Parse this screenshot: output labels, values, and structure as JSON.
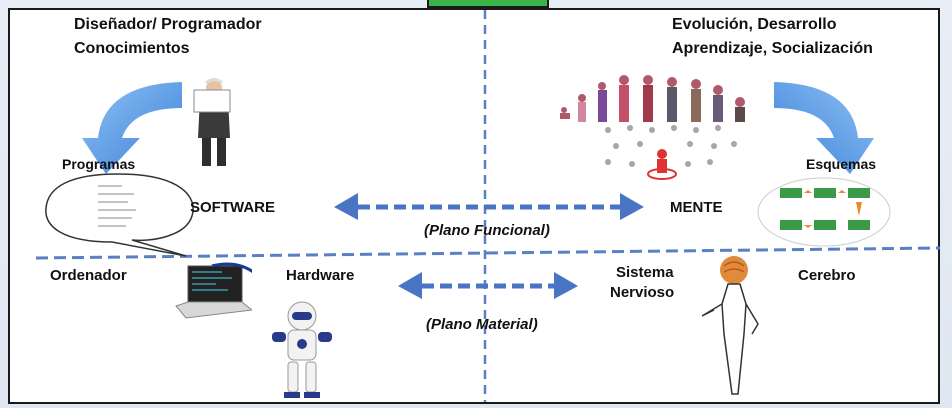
{
  "labels": {
    "designer_line1": "Diseñador/ Programador",
    "designer_line2": "Conocimientos",
    "evolution_line1": "Evolución, Desarrollo",
    "evolution_line2": "Aprendizaje, Socialización",
    "programas": "Programas",
    "software": "SOFTWARE",
    "mente": "MENTE",
    "esquemas": "Esquemas",
    "plano_funcional": "(Plano Funcional)",
    "ordenador": "Ordenador",
    "hardware": "Hardware",
    "sistema_line1": "Sistema",
    "sistema_line2": "Nervioso",
    "cerebro": "Cerebro",
    "plano_material": "(Plano Material)"
  },
  "colors": {
    "arrow_blue": "#4a74c4",
    "curved_arrow_blue": "#5b9be8",
    "divider_blue": "#5b7fc4",
    "frame_green": "#3bb44a",
    "brain_orange": "#e08a3c"
  }
}
